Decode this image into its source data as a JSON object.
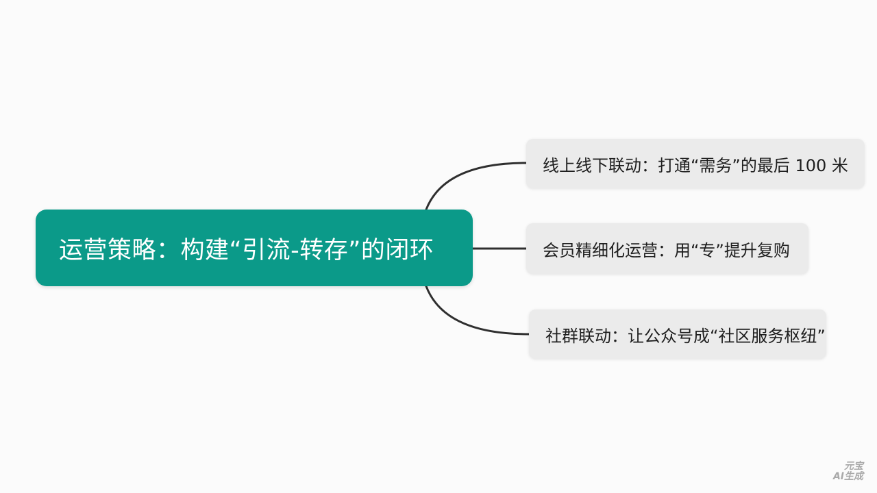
{
  "mindmap": {
    "central": {
      "label": "运营策略：构建“引流-转存”的闭环",
      "color": "#0b9a89"
    },
    "branches": [
      {
        "label": "线上线下联动：打通“需务”的最后 100 米"
      },
      {
        "label": "会员精细化运营：用“专”提升复购"
      },
      {
        "label": "社群联动：让公众号成“社区服务枢纽”"
      }
    ],
    "connector_color": "#2f2f2f",
    "branch_color": "#ebebeb"
  },
  "watermark": {
    "line1": "元宝",
    "line2": "AI生成"
  }
}
